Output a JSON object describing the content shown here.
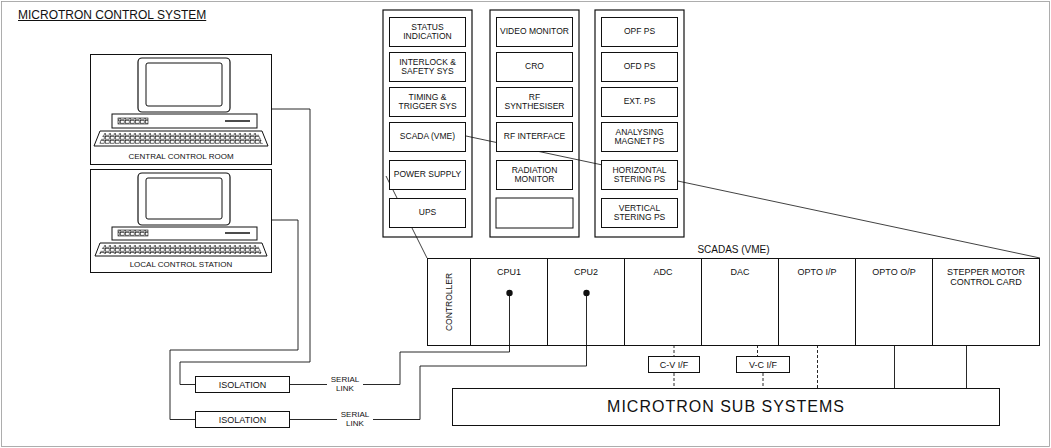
{
  "diagram": {
    "title": "MICROTRON CONTROL SYSTEM",
    "nodes": [
      {
        "text": [
          "CENTRAL CONTROL ROOM"
        ]
      },
      {
        "text": [
          "LOCAL CONTROL STATION"
        ]
      },
      {
        "text": [
          "STATUS INDICATION"
        ]
      },
      {
        "text": [
          "INTERLOCK & SAFETY SYS"
        ]
      },
      {
        "text": [
          "TIMING & TRIGGER SYS"
        ]
      },
      {
        "text": [
          "SCADA (VME)"
        ]
      },
      {
        "text": [
          "POWER SUPPLY"
        ]
      },
      {
        "text": [
          "UPS"
        ]
      },
      {
        "text": [
          "VIDEO MONITOR"
        ]
      },
      {
        "text": [
          "CRO"
        ]
      },
      {
        "text": [
          "RF SYNTHESISER"
        ]
      },
      {
        "text": [
          "RF INTERFACE"
        ]
      },
      {
        "text": [
          "RADIATION MONITOR"
        ]
      },
      {
        "text": [
          "OPF PS"
        ]
      },
      {
        "text": [
          "OFD PS"
        ]
      },
      {
        "text": [
          "EXT. PS"
        ]
      },
      {
        "text": [
          "ANALYSING MAGNET PS"
        ]
      },
      {
        "text": [
          "HORIZONTAL STERING PS"
        ]
      },
      {
        "text": [
          "VERTICAL STERING PS"
        ]
      },
      {
        "text": [
          "SCADAS (VME)"
        ]
      },
      {
        "text": [
          "CONTROLLER"
        ],
        "in": 19
      },
      {
        "text": [
          "CPU1"
        ],
        "in": 19
      },
      {
        "text": [
          "CPU2"
        ],
        "in": 19
      },
      {
        "text": [
          "ADC"
        ],
        "in": 19
      },
      {
        "text": [
          "DAC"
        ],
        "in": 19
      },
      {
        "text": [
          "OPTO I/P"
        ],
        "in": 19
      },
      {
        "text": [
          "OPTO O/P"
        ],
        "in": 19
      },
      {
        "text": [
          "STEPPER MOTOR CONTROL CARD"
        ],
        "in": 19
      },
      {
        "text": [
          "ISOLATION"
        ]
      },
      {
        "text": [
          "ISOLATION"
        ]
      },
      {
        "text": [
          "C-V I/F"
        ]
      },
      {
        "text": [
          "V-C I/F"
        ]
      },
      {
        "text": [
          "MICROTRON SUB SYSTEMS"
        ]
      }
    ],
    "edges": [
      {
        "from": 0,
        "to": 28,
        "arrow": "none"
      },
      {
        "from": 1,
        "to": 29,
        "arrow": "none"
      },
      {
        "from": 28,
        "to": 21,
        "label": "SERIAL LINK",
        "arrow": "none"
      },
      {
        "from": 29,
        "to": 22,
        "label": "SERIAL LINK",
        "arrow": "none"
      },
      {
        "from": 23,
        "to": 30,
        "arrow": "none"
      },
      {
        "from": 30,
        "to": 32,
        "arrow": "none"
      },
      {
        "from": 24,
        "to": 31,
        "arrow": "none"
      },
      {
        "from": 31,
        "to": 32,
        "arrow": "none"
      },
      {
        "from": 25,
        "to": 32,
        "arrow": "none"
      },
      {
        "from": 26,
        "to": 32,
        "arrow": "none"
      },
      {
        "from": 27,
        "to": 32,
        "arrow": "none"
      }
    ]
  }
}
